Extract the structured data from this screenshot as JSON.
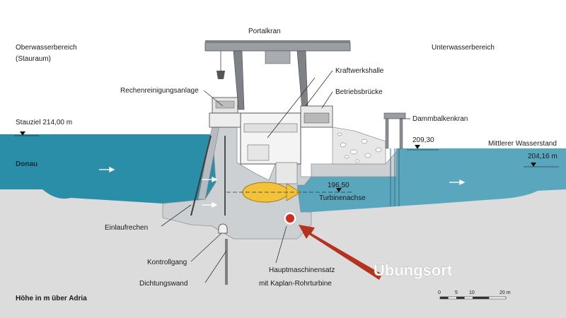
{
  "labels": {
    "portalkran": "Portalkran",
    "oberwasser_1": "Oberwasserbereich",
    "oberwasser_2": "(Stauraum)",
    "unterwasser": "Unterwasserbereich",
    "kraftwerkshalle": "Kraftwerkshalle",
    "rechenreinigung": "Rechenreinigungsanlage",
    "betriebsbruecke": "Betriebsbrücke",
    "dammbalkenkran": "Dammbalkenkran",
    "stauziel": "Stauziel 214,00 m",
    "donau": "Donau",
    "level_20930": "209,30",
    "mittlerer_wasserstand": "Mittlerer Wasserstand",
    "level_20416": "204,16 m",
    "level_19650": "196,50",
    "turbinenachse": "Turbinenachse",
    "einlaufrechen": "Einlaufrechen",
    "kontrollgang": "Kontrollgang",
    "dichtungswand": "Dichtungswand",
    "hauptmaschinensatz_1": "Hauptmaschinensatz",
    "hauptmaschinensatz_2": "mit Kaplan-Rohrturbine",
    "uebungsort": "Übungsort",
    "hoehe": "Höhe in m über Adria"
  },
  "scale_bar": {
    "ticks": [
      "0",
      "5",
      "10",
      "20 m"
    ]
  },
  "colors": {
    "water_upper": "#2b8ea8",
    "water_lower": "#5aa6bc",
    "concrete": "#cdd0d3",
    "concrete_dark": "#b7bbbf",
    "ground": "#dcdcdc",
    "turbine": "#f3c13a",
    "marker": "#d32b1e",
    "arrow": "#b3331f"
  }
}
